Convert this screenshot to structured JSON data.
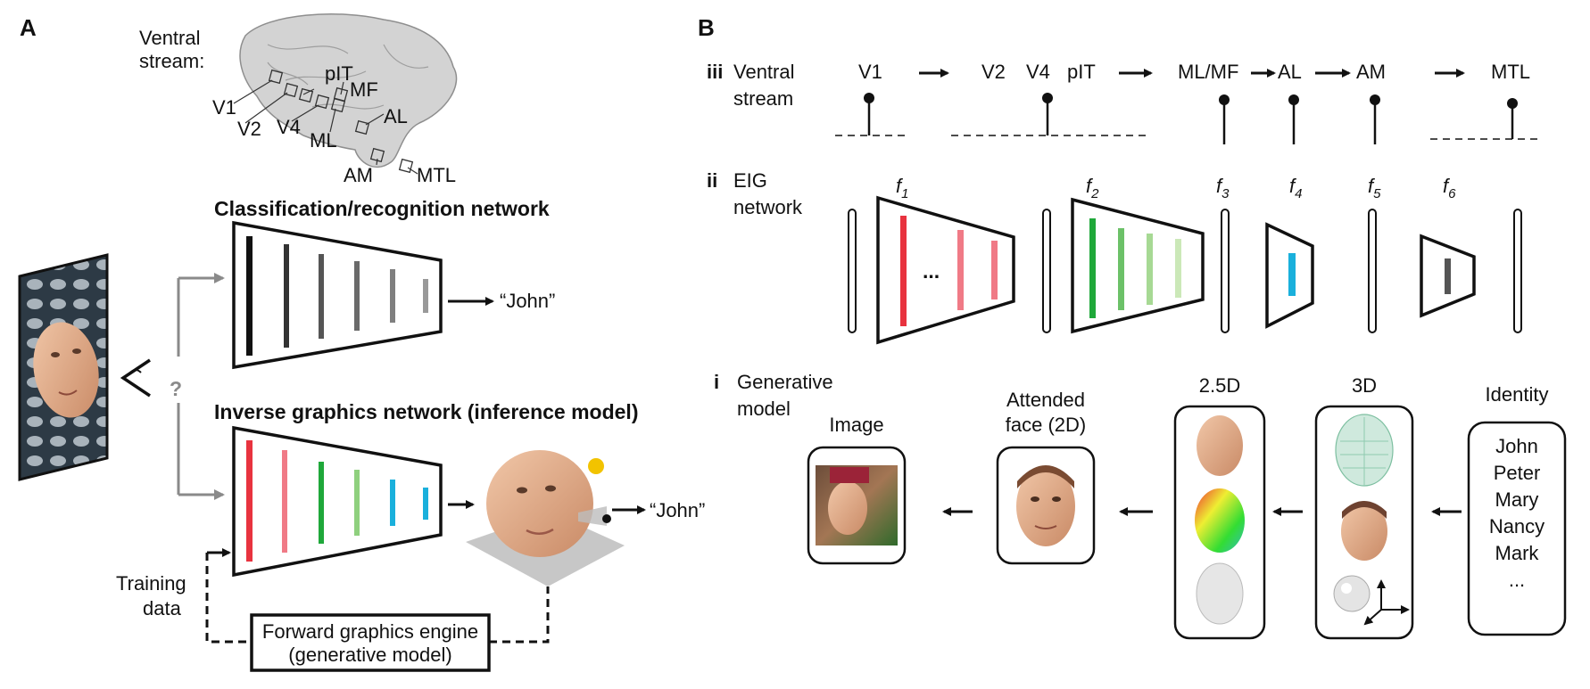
{
  "panel_a": {
    "letter": "A",
    "ventral_label_1": "Ventral",
    "ventral_label_2": "stream:",
    "brain_areas": {
      "v1": "V1",
      "v2": "V2",
      "v4": "V4",
      "pit": "pIT",
      "mf": "MF",
      "ml": "ML",
      "al": "AL",
      "am": "AM",
      "mtl": "MTL"
    },
    "classification_title": "Classification/recognition network",
    "classification_output": "“John”",
    "question_mark": "?",
    "inverse_title": "Inverse graphics network (inference model)",
    "inverse_output": "“John”",
    "training_label_1": "Training",
    "training_label_2": "data",
    "engine_label_1": "Forward graphics engine",
    "engine_label_2": "(generative model)"
  },
  "panel_b": {
    "letter": "B",
    "row_iii": {
      "numeral": "iii",
      "label_1": "Ventral",
      "label_2": "stream",
      "areas": [
        "V1",
        "V2",
        "V4",
        "pIT",
        "ML/MF",
        "AL",
        "AM",
        "MTL"
      ]
    },
    "row_ii": {
      "numeral": "ii",
      "label_1": "EIG",
      "label_2": "network",
      "layers": [
        "f",
        "f",
        "f",
        "f",
        "f",
        "f"
      ],
      "subscripts": [
        "1",
        "2",
        "3",
        "4",
        "5",
        "6"
      ],
      "ellipsis": "..."
    },
    "row_i": {
      "numeral": "i",
      "label_1": "Generative",
      "label_2": "model",
      "image_label": "Image",
      "attended_label_1": "Attended",
      "attended_label_2": "face (2D)",
      "label_25d": "2.5D",
      "label_3d": "3D",
      "identity_label": "Identity",
      "identities": [
        "John",
        "Peter",
        "Mary",
        "Nancy",
        "Mark",
        "..."
      ]
    }
  },
  "colors": {
    "red": "#e8333f",
    "pink": "#f07a86",
    "green": "#1fa83a",
    "light_green": "#8fd07e",
    "cyan": "#1ab0dc",
    "dark": "#111111",
    "gray_arrow": "#8a8a8a",
    "sun": "#f2c300"
  }
}
